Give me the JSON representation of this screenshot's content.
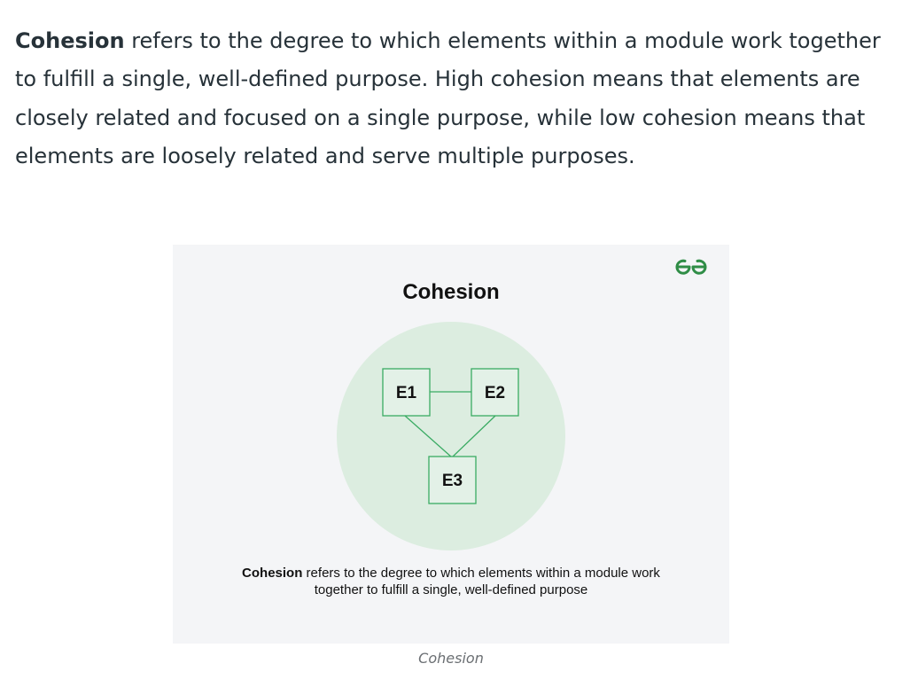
{
  "intro": {
    "term": "Cohesion",
    "text": " refers to the degree to which elements within a module work together to fulfill a single, well-defined purpose. High cohesion means that elements are closely related and focused on a single purpose, while low cohesion means that elements are loosely related and serve multiple purposes."
  },
  "figure": {
    "title": "Cohesion",
    "logo": "gfg-logo-icon",
    "nodes": [
      "E1",
      "E2",
      "E3"
    ],
    "caption_term": "Cohesion",
    "caption_text": " refers to the degree to which elements within a module work together to fulfill a single, well-defined purpose",
    "colors": {
      "circle_fill": "#dcede0",
      "node_stroke": "#3aab63",
      "background": "#f4f5f7",
      "logo": "#2f8d46"
    }
  },
  "caption_below": "Cohesion"
}
